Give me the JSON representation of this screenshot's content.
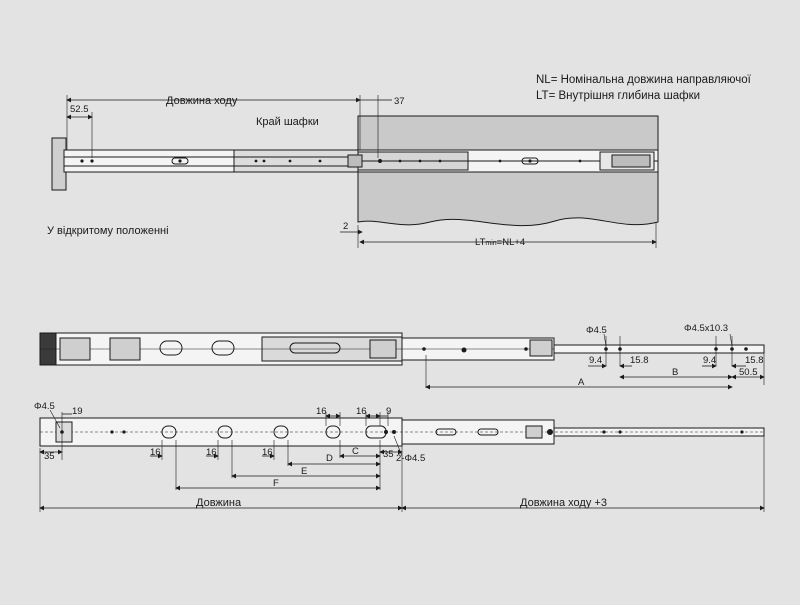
{
  "legend": {
    "nl": "NL= Номінальна довжина направляючої",
    "lt": "LT= Внутрішня глибина шафки"
  },
  "top_view": {
    "travel_label": "Довжина ходу",
    "dim_52_5": "52.5",
    "dim_37": "37",
    "cabinet_edge": "Край шафки",
    "open_state": "У відкритому положенні",
    "dim_2": "2",
    "lt_prefix": "LT",
    "lt_sub": "min",
    "lt_suffix": "=NL+4"
  },
  "middle_view": {
    "hole_d": "Φ4.5",
    "slot": "Φ4.5x10.3",
    "dim_9_4_a": "9.4",
    "dim_15_8_a": "15.8",
    "dim_9_4_b": "9.4",
    "dim_15_8_b": "15.8",
    "dim_a": "A",
    "dim_b": "B",
    "dim_50_5": "50.5"
  },
  "bottom_view": {
    "hole_d": "Φ4.5",
    "dim_19": "19",
    "dim_16_top_a": "16",
    "dim_16_top_b": "16",
    "dim_9": "9",
    "dim_35_left": "35",
    "dim_16_a": "16",
    "dim_16_b": "16",
    "dim_16_c": "16",
    "dim_c": "C",
    "dim_35_right": "35",
    "holes_2": "2-Φ4.5",
    "dim_d": "D",
    "dim_e": "E",
    "dim_f": "F",
    "length_label": "Довжина",
    "travel_plus3": "Довжина ходу +3"
  },
  "colors": {
    "background": "#e3e3e3",
    "line": "#1a1a1a",
    "cabinet_fill": "#c9c9c9",
    "rail_fill": "#f4f4f4"
  }
}
